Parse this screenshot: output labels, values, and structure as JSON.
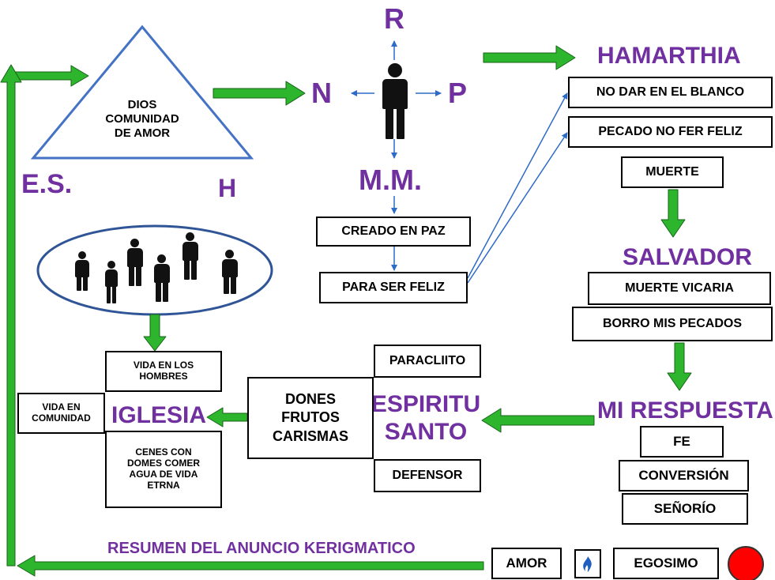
{
  "colors": {
    "arrow_green": "#2db52d",
    "arrow_green_edge": "#176417",
    "heading_purple": "#7030a0",
    "compass_blue": "#2e6bc6",
    "trinity_blue": "#4472c4",
    "egoism_red": "#ff0000"
  },
  "top": {
    "trinity_text": "DIOS\nCOMUNIDAD\nDE AMOR",
    "label_es": "E.S.",
    "label_h": "H",
    "compass": {
      "r": "R",
      "n": "N",
      "p": "P",
      "mm": "M.M."
    }
  },
  "creation": {
    "creado": "CREADO EN PAZ",
    "feliz": "PARA SER FELIZ"
  },
  "right": {
    "hamarthia": "HAMARTHIA",
    "no_dar": "NO DAR EN EL BLANCO",
    "pecado": "PECADO NO FER FELIZ",
    "muerte": "MUERTE",
    "salvador": "SALVADOR",
    "muerte_vicaria": "MUERTE VICARIA",
    "borro": "BORRO MIS PECADOS",
    "mi_respuesta": "MI RESPUESTA",
    "fe": "FE",
    "conversion": "CONVERSIÓN",
    "senorio": "SEÑORÍO"
  },
  "spirit": {
    "paraclito": "PARACLIITO",
    "title": "ESPIRITU\nSANTO",
    "defensor": "DEFENSOR",
    "dones": "DONES\nFRUTOS\nCARISMAS"
  },
  "church": {
    "vida_hombres": "VIDA EN LOS\nHOMBRES",
    "iglesia": "IGLESIA",
    "vida_comunidad": "VIDA EN\nCOMUNIDAD",
    "cenes": "CENES CON\nDOMES COMER\nAGUA DE VIDA\nETRNA"
  },
  "bottom": {
    "resumen": "RESUMEN DEL ANUNCIO KERIGMATICO",
    "amor": "AMOR",
    "egosimo": "EGOSIMO"
  },
  "icons": {
    "person": "person-icon",
    "amor_mark": "blue-flame-icon",
    "egoismo_mark": "red-circle-icon"
  }
}
